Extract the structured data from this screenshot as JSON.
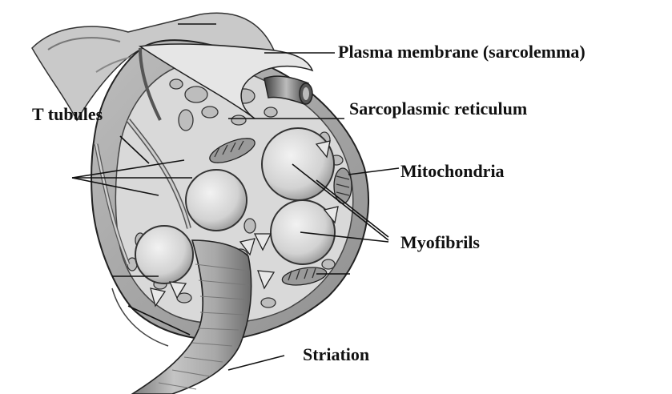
{
  "labels": {
    "plasma_membrane": "Plasma membrane (sarcolemma)",
    "sarcoplasmic_reticulum": "Sarcoplasmic reticulum",
    "t_tubules": "T tubules",
    "mitochondria": "Mitochondria",
    "myofibrils": "Myofibrils",
    "striation": "Striation"
  }
}
